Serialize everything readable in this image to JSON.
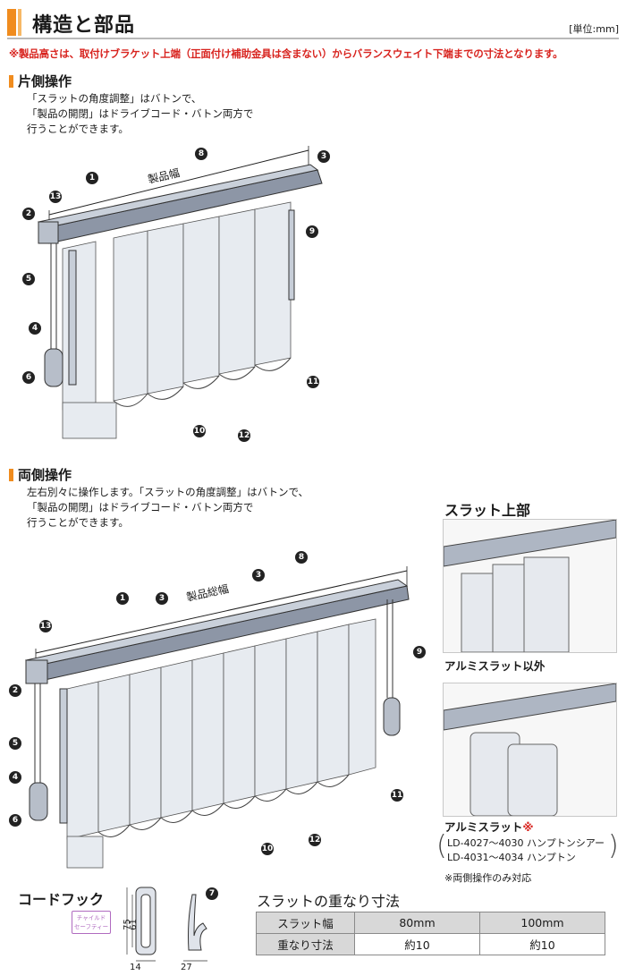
{
  "header": {
    "title": "構造と部品",
    "unit": "[単位:mm]"
  },
  "note": "※製品高さは、取付けブラケット上端（正面付け補助金具は含まない）からバランスウェイト下端までの寸法となります。",
  "one_side": {
    "title": "片側操作",
    "desc": [
      "「スラットの角度調整」はバトンで、",
      "「製品の開閉」はドライブコード・バトン両方で",
      "行うことができます。"
    ],
    "width_label": "製品幅"
  },
  "two_side": {
    "title": "両側操作",
    "desc": [
      "左右別々に操作します。「スラットの角度調整」はバトンで、",
      "「製品の開閉」はドライブコード・バトン両方で",
      "行うことができます。"
    ],
    "width_label": "製品総幅"
  },
  "slat_top": {
    "title": "スラット上部",
    "caption_non_alumi": "アルミスラット以外",
    "caption_alumi": "アルミスラット",
    "alumi_mark": "※",
    "alumi_models": [
      "LD-4027～4030 ハンプトンシアー",
      "LD-4031～4034 ハンプトン"
    ],
    "alumi_note": "※両側操作のみ対応"
  },
  "cord_hook": {
    "title": "コードフック",
    "badge": [
      "チャイルド",
      "セーフティー"
    ],
    "dims": {
      "height_outer": "75",
      "height_inner": "61",
      "width_front": "14",
      "width_side": "27"
    }
  },
  "overlap": {
    "title": "スラットの重なり寸法",
    "header": [
      "スラット幅",
      "80mm",
      "100mm"
    ],
    "row": [
      "重なり寸法",
      "約10",
      "約10"
    ]
  },
  "callouts": [
    "1",
    "2",
    "3",
    "4",
    "5",
    "6",
    "7",
    "8",
    "9",
    "10",
    "11",
    "12",
    "13"
  ]
}
